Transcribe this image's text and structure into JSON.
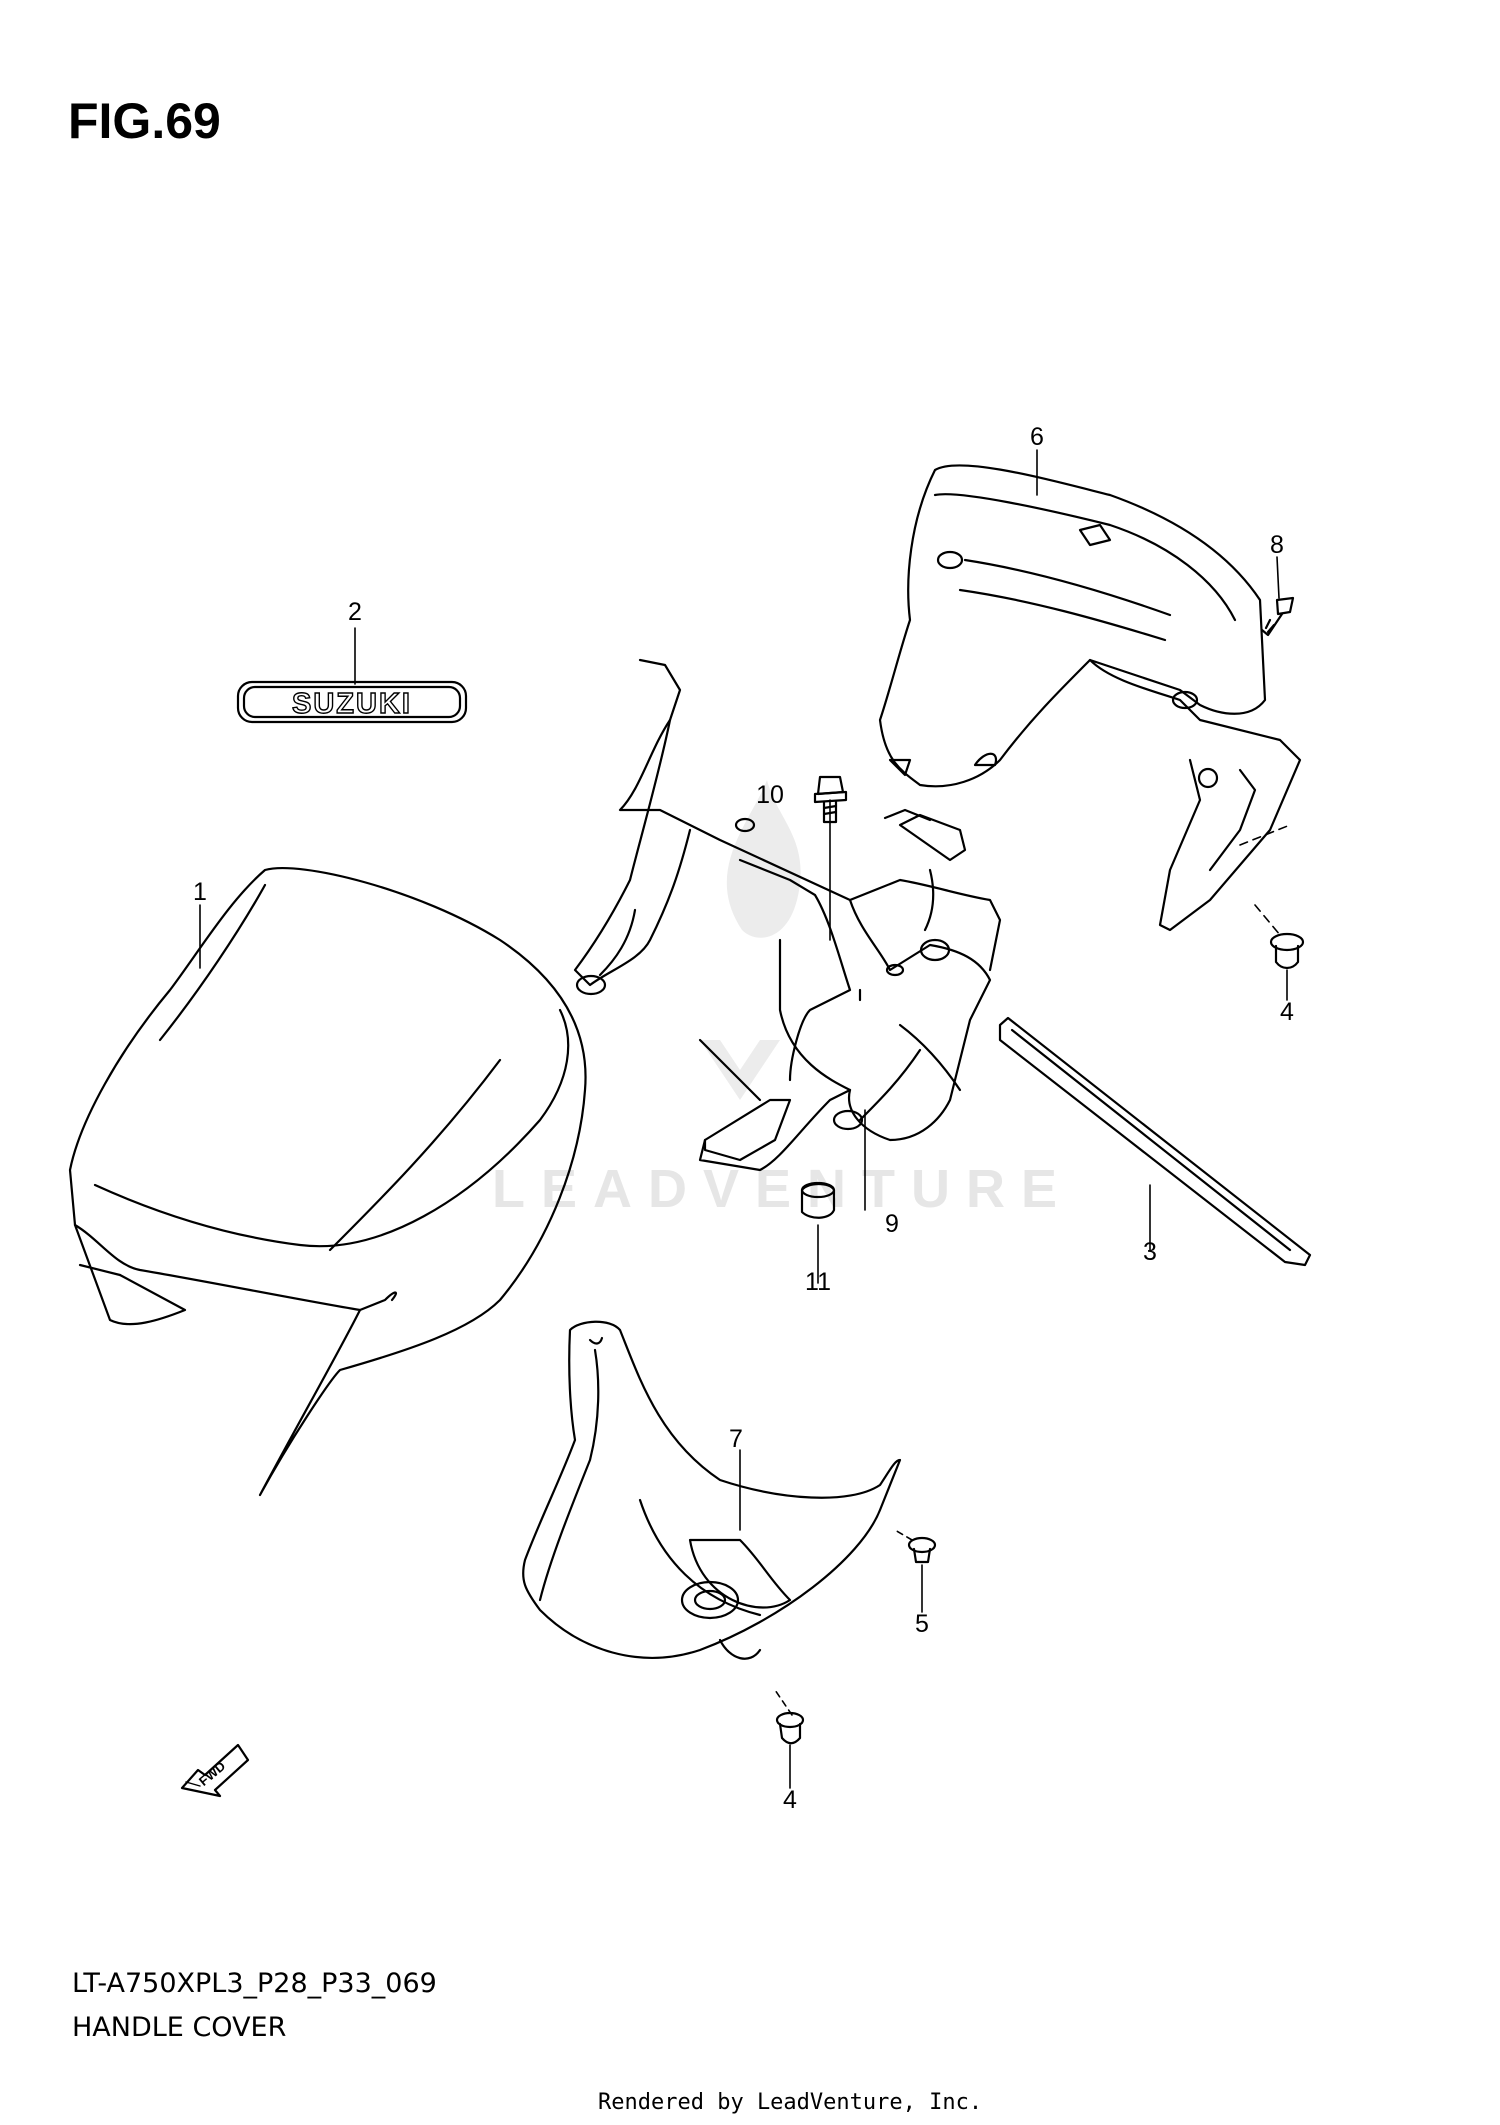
{
  "figure": {
    "title": "FIG.69",
    "model_code": "LT-A750XPL3_P28_P33_069",
    "name": "HANDLE COVER"
  },
  "emblem_text": "SUZUKI",
  "fwd_arrow_text": "FWD",
  "watermark": "LEADVENTURE",
  "footer": "Rendered by LeadVenture, Inc.",
  "callouts": [
    "1",
    "2",
    "3",
    "4",
    "4",
    "5",
    "6",
    "7",
    "8",
    "9",
    "10",
    "11"
  ],
  "colors": {
    "line": "#000000",
    "background": "#ffffff",
    "watermark": "#e6e6e6"
  }
}
